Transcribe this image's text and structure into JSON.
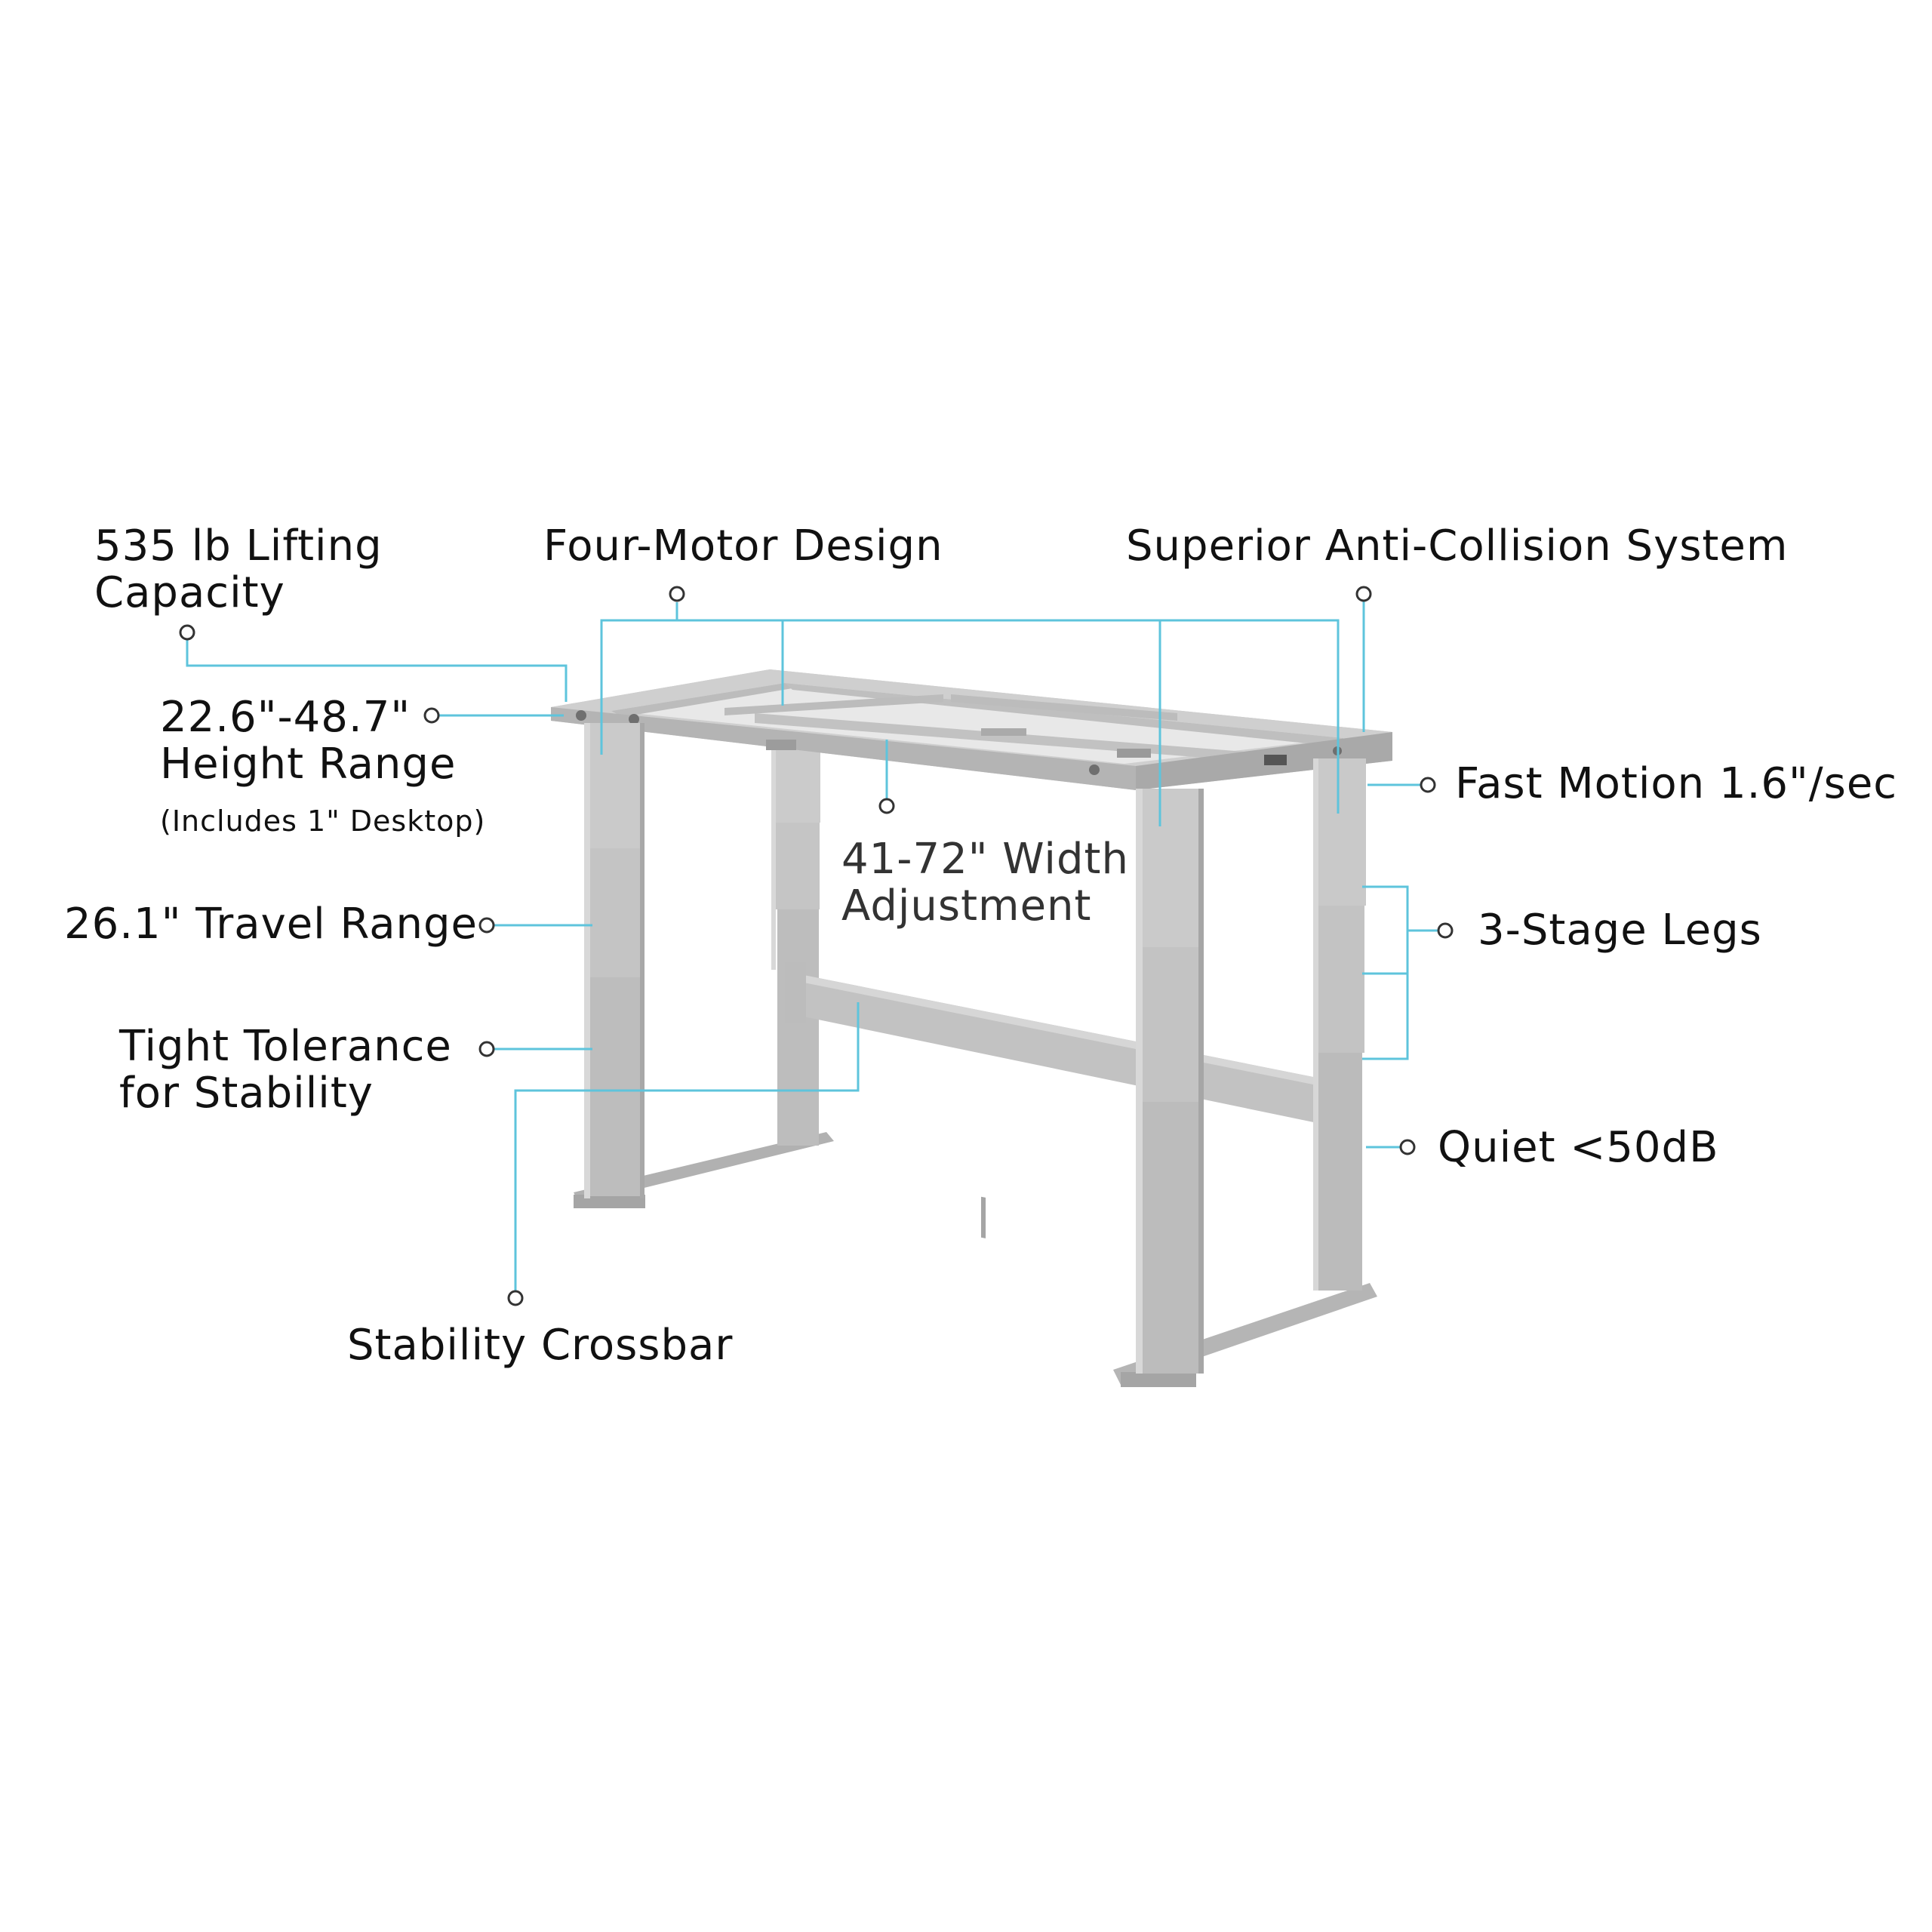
{
  "colors": {
    "background": "#ffffff",
    "text": "#111111",
    "callout_line": "#5ec4dc",
    "callout_dot": "#333333",
    "frame_fill": "#bfbfbf",
    "frame_light": "#d3d3d3",
    "frame_dark": "#a5a5a5"
  },
  "labels": {
    "lifting_capacity": {
      "line1": "535 lb Lifting",
      "line2": "Capacity"
    },
    "four_motor": "Four-Motor Design",
    "anti_collision": "Superior Anti-Collision System",
    "height_range": {
      "line1": "22.6\"-48.7\"",
      "line2": "Height Range",
      "note": "(Includes 1\" Desktop)"
    },
    "fast_motion": "Fast Motion 1.6\"/sec",
    "width_adjustment": {
      "line1": "41-72\" Width",
      "line2": "Adjustment"
    },
    "travel_range": "26.1\" Travel Range",
    "three_stage": "3-Stage Legs",
    "tight_tolerance": {
      "line1": "Tight Tolerance",
      "line2": "for Stability"
    },
    "quiet": "Quiet <50dB",
    "crossbar": "Stability Crossbar"
  },
  "icons": {
    "callout_marker": "circle-outline-icon",
    "product": "standing-desk-frame-illustration"
  }
}
